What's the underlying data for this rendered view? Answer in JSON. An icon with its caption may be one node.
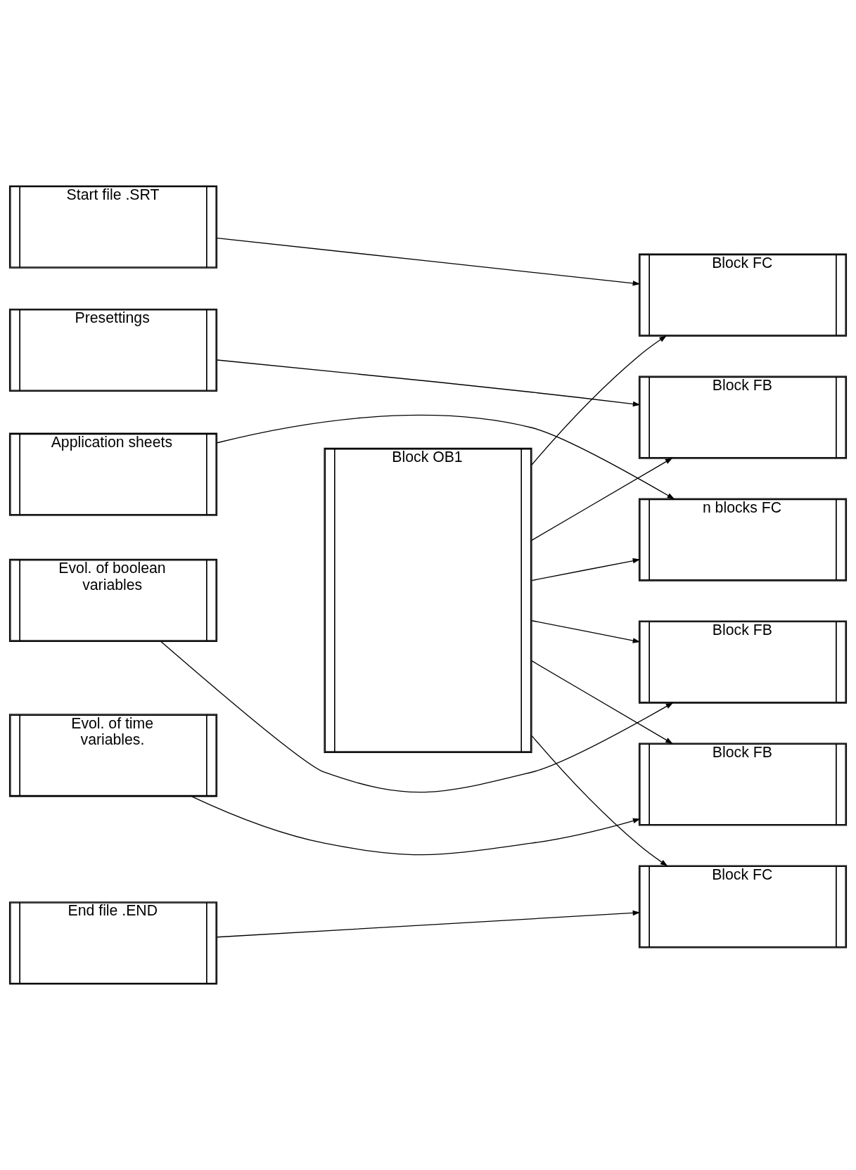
{
  "diagram": {
    "nodes": [
      {
        "text": [
          "Start file .SRT"
        ]
      },
      {
        "text": [
          "Presettings"
        ]
      },
      {
        "text": [
          "Application sheets"
        ]
      },
      {
        "text": [
          "Evol. of boolean variables"
        ]
      },
      {
        "text": [
          "Evol. of time variables."
        ]
      },
      {
        "text": [
          "End file .END"
        ]
      },
      {
        "text": [
          "Block OB1"
        ]
      },
      {
        "text": [
          "Block FC"
        ]
      },
      {
        "text": [
          "Block FB"
        ]
      },
      {
        "text": [
          "n blocks FC"
        ]
      },
      {
        "text": [
          "Block FB"
        ]
      },
      {
        "text": [
          "Block FB"
        ]
      },
      {
        "text": [
          "Block FC"
        ]
      }
    ],
    "edges": [
      {
        "from": 0,
        "to": 7,
        "arrow": "to"
      },
      {
        "from": 1,
        "to": 8,
        "arrow": "to"
      },
      {
        "from": 2,
        "to": 9,
        "arrow": "to"
      },
      {
        "from": 3,
        "to": 10,
        "arrow": "to"
      },
      {
        "from": 4,
        "to": 11,
        "arrow": "to"
      },
      {
        "from": 5,
        "to": 12,
        "arrow": "to"
      },
      {
        "from": 6,
        "to": 7,
        "arrow": "to"
      },
      {
        "from": 6,
        "to": 8,
        "arrow": "to"
      },
      {
        "from": 6,
        "to": 9,
        "arrow": "to"
      },
      {
        "from": 6,
        "to": 10,
        "arrow": "to"
      },
      {
        "from": 6,
        "to": 11,
        "arrow": "to"
      },
      {
        "from": 6,
        "to": 12,
        "arrow": "to"
      }
    ]
  }
}
